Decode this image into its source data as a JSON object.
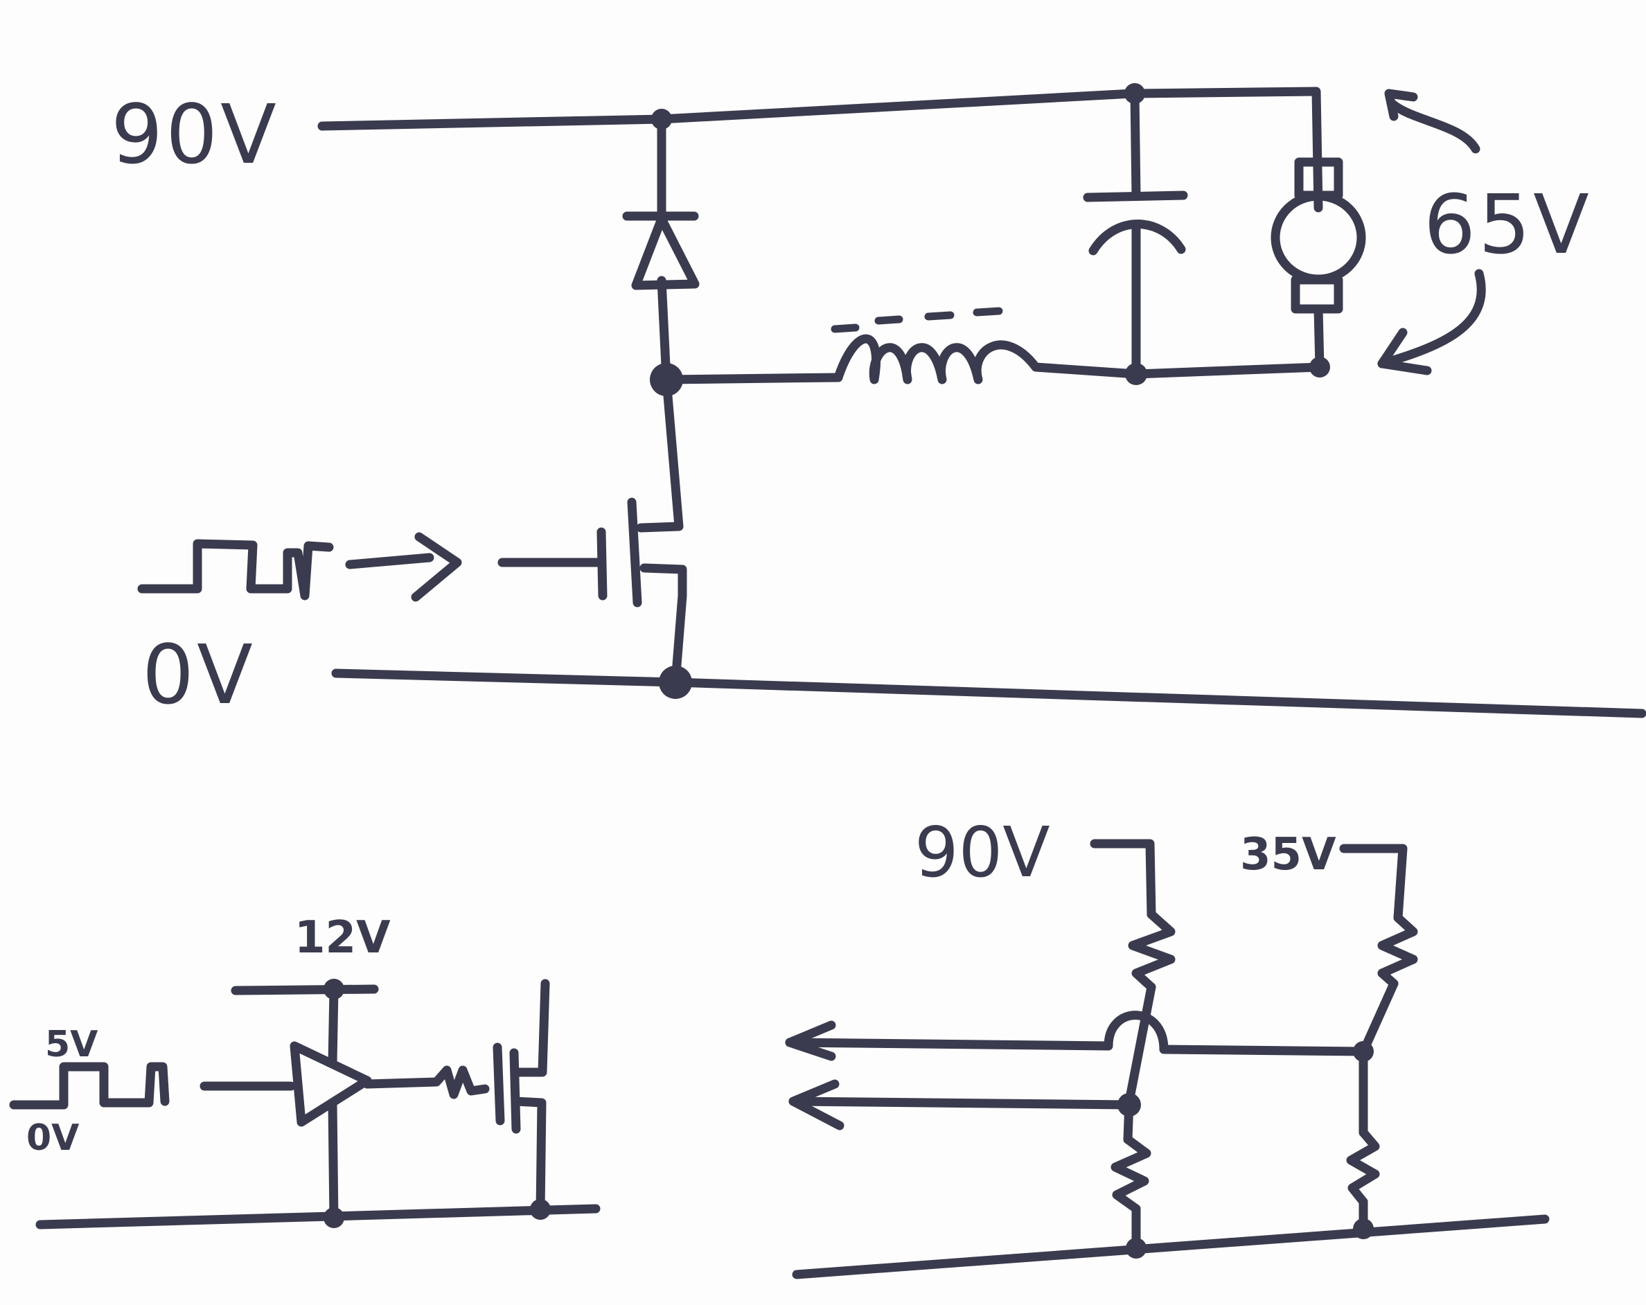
{
  "buck_converter": {
    "supply_label": "90V",
    "ground_label": "0V",
    "motor_voltage_label": "65V"
  },
  "gate_driver": {
    "supply_label": "12V",
    "input_high_label": "5V",
    "input_low_label": "0V"
  },
  "voltage_divider": {
    "supply_a_label": "90V",
    "supply_b_label": "35V"
  },
  "ink_color": "#3b3b4f"
}
